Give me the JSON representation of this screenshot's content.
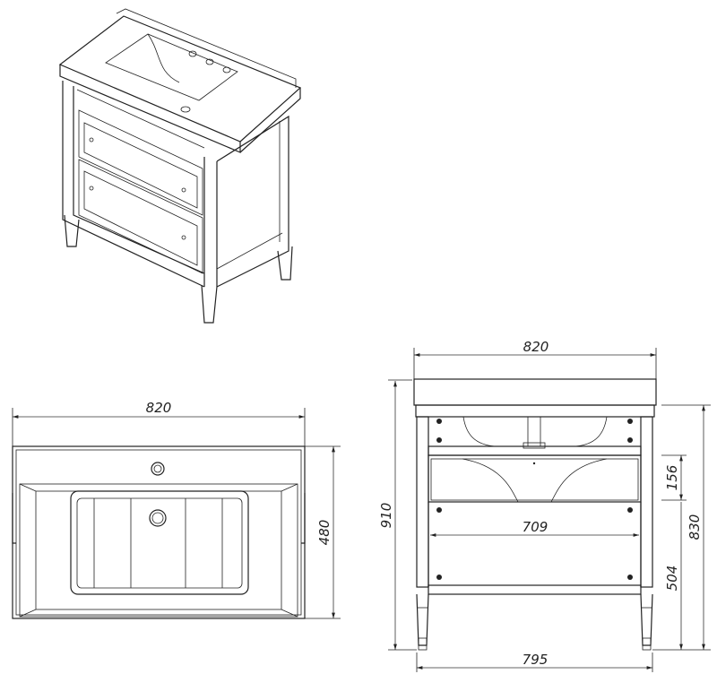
{
  "title": "Vanity unit with washbasin - dimension drawing",
  "views": {
    "top": {
      "width_label": "820",
      "depth_label": "480"
    },
    "front": {
      "width_label": "820",
      "total_height_label": "910",
      "cabinet_height_label": "830",
      "drawer_height_label": "156",
      "inner_width_label": "709",
      "shelf_height_label": "504",
      "leg_span_label": "795"
    }
  },
  "colors": {
    "line": "#222222",
    "background": "#ffffff"
  }
}
